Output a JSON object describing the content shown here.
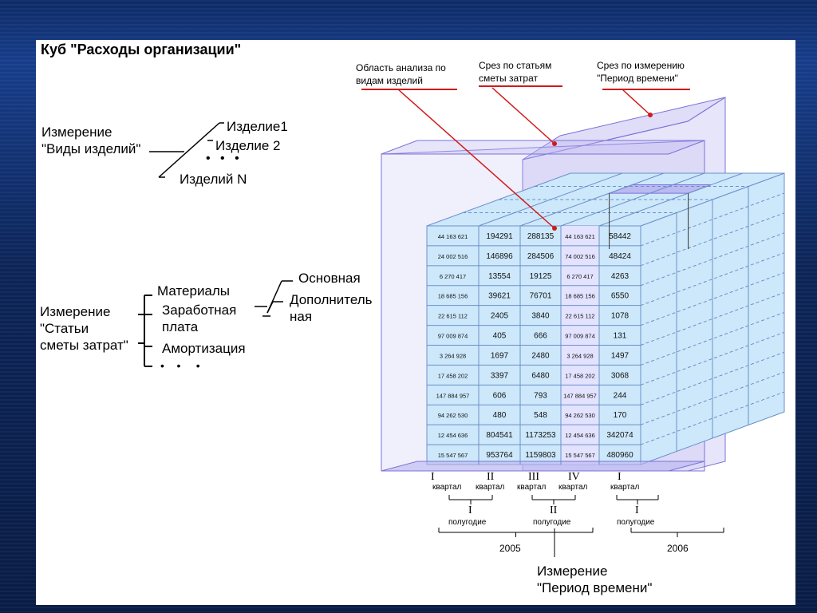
{
  "slide": {
    "title": "Куб \"Расходы организации\"",
    "products_dim": {
      "label_line1": "Измерение",
      "label_line2": "\"Виды изделий\"",
      "items": [
        "Изделие1",
        "Изделие 2",
        "Изделий N"
      ],
      "ellipsis": "• • •"
    },
    "cost_dim": {
      "label_line1": "Измерение",
      "label_line2": "\"Статьи",
      "label_line3": "сметы затрат\"",
      "items": [
        "Материалы",
        "Заработная",
        "плата",
        "Амортизация"
      ],
      "salary_types": [
        "Основная",
        "Дополнитель",
        "ная"
      ],
      "ellipsis": "•    •     •"
    },
    "annotations": {
      "product_area_line1": "Область анализа по",
      "product_area_line2": "видам изделий",
      "cost_slice_line1": "Срез по статьям",
      "cost_slice_line2": "сметы затрат",
      "time_slice_line1": "Срез по измерению",
      "time_slice_line2": "\"Период времени\""
    },
    "colors": {
      "outline": "#7a72d8",
      "slice_fill": "#b9b4f0",
      "cube_face": "#cde8fb",
      "grid_line": "#6b8fc9",
      "highlight": "#e5e2ff",
      "pointer": "#d11a1a"
    },
    "cube": {
      "rows": [
        [
          "44 163 621",
          "194291",
          "288135",
          "44 163 621",
          "58442"
        ],
        [
          "24 002 516",
          "146896",
          "284506",
          "74 002 516",
          "48424"
        ],
        [
          "6 270 417",
          "13554",
          "19125",
          "6 270 417",
          "4263"
        ],
        [
          "18 685 156",
          "39621",
          "76701",
          "18 685 156",
          "6550"
        ],
        [
          "22 615 112",
          "2405",
          "3840",
          "22 615 112",
          "1078"
        ],
        [
          "97 009 874",
          "405",
          "666",
          "97 009 874",
          "131"
        ],
        [
          "3 264 928",
          "1697",
          "2480",
          "3 264 928",
          "1497"
        ],
        [
          "17 458 202",
          "3397",
          "6480",
          "17 458 202",
          "3068"
        ],
        [
          "147 884 957",
          "606",
          "793",
          "147 884 957",
          "244"
        ],
        [
          "94 262 530",
          "480",
          "548",
          "94 262 530",
          "170"
        ],
        [
          "12 454 636",
          "804541",
          "1173253",
          "12 454 636",
          "342074"
        ],
        [
          "15 547 567",
          "953764",
          "1159803",
          "15 547 567",
          "480960"
        ]
      ]
    },
    "time_axis": {
      "quarters": [
        {
          "num": "I",
          "word": "квартал"
        },
        {
          "num": "II",
          "word": "квартал"
        },
        {
          "num": "III",
          "word": "квартал"
        },
        {
          "num": "IV",
          "word": "квартал"
        },
        {
          "num": "I",
          "word": "квартал"
        }
      ],
      "halves": [
        {
          "num": "I",
          "word": "полугодие"
        },
        {
          "num": "II",
          "word": "полугодие"
        },
        {
          "num": "I",
          "word": "полугодие"
        }
      ],
      "years": [
        "2005",
        "2006"
      ],
      "dim_label_line1": "Измерение",
      "dim_label_line2": "\"Период времени\""
    }
  }
}
